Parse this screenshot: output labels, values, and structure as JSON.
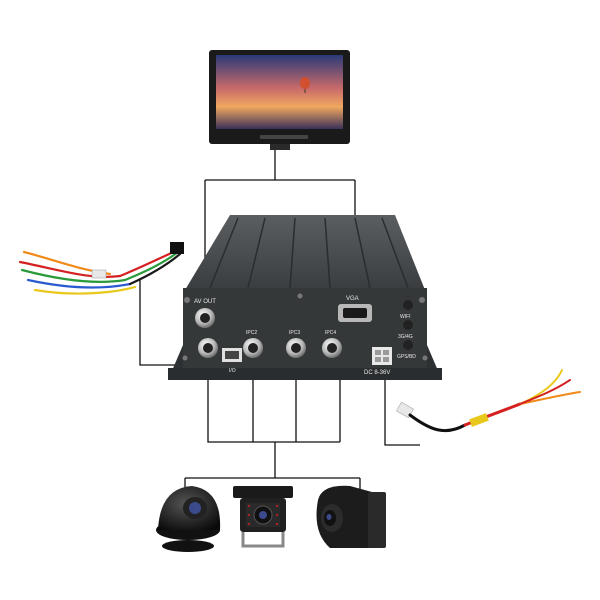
{
  "dvr": {
    "av_out_label": "AV OUT",
    "vga_label": "VGA",
    "ipc2_label": "IPC2",
    "ipc3_label": "IPC3",
    "ipc4_label": "IPC4",
    "io_label": "I/O",
    "power_label": "DC 8-36V",
    "wifi_label": "WIFI",
    "g3g4_label": "3G/4G",
    "gps_label": "GPS/BD"
  },
  "colors": {
    "dvr_body": "#3a3d3f",
    "connector_chrome": "#c8c8c8",
    "line": "#111111",
    "wire_red": "#d42020",
    "wire_orange": "#f08a1a",
    "wire_yellow": "#e8c81a",
    "wire_green": "#2a9a3a",
    "wire_blue": "#2a5ad0"
  },
  "icons": [
    "monitor",
    "dvr-box",
    "wire-harness",
    "power-cable",
    "dome-camera",
    "bullet-camera",
    "side-camera"
  ]
}
